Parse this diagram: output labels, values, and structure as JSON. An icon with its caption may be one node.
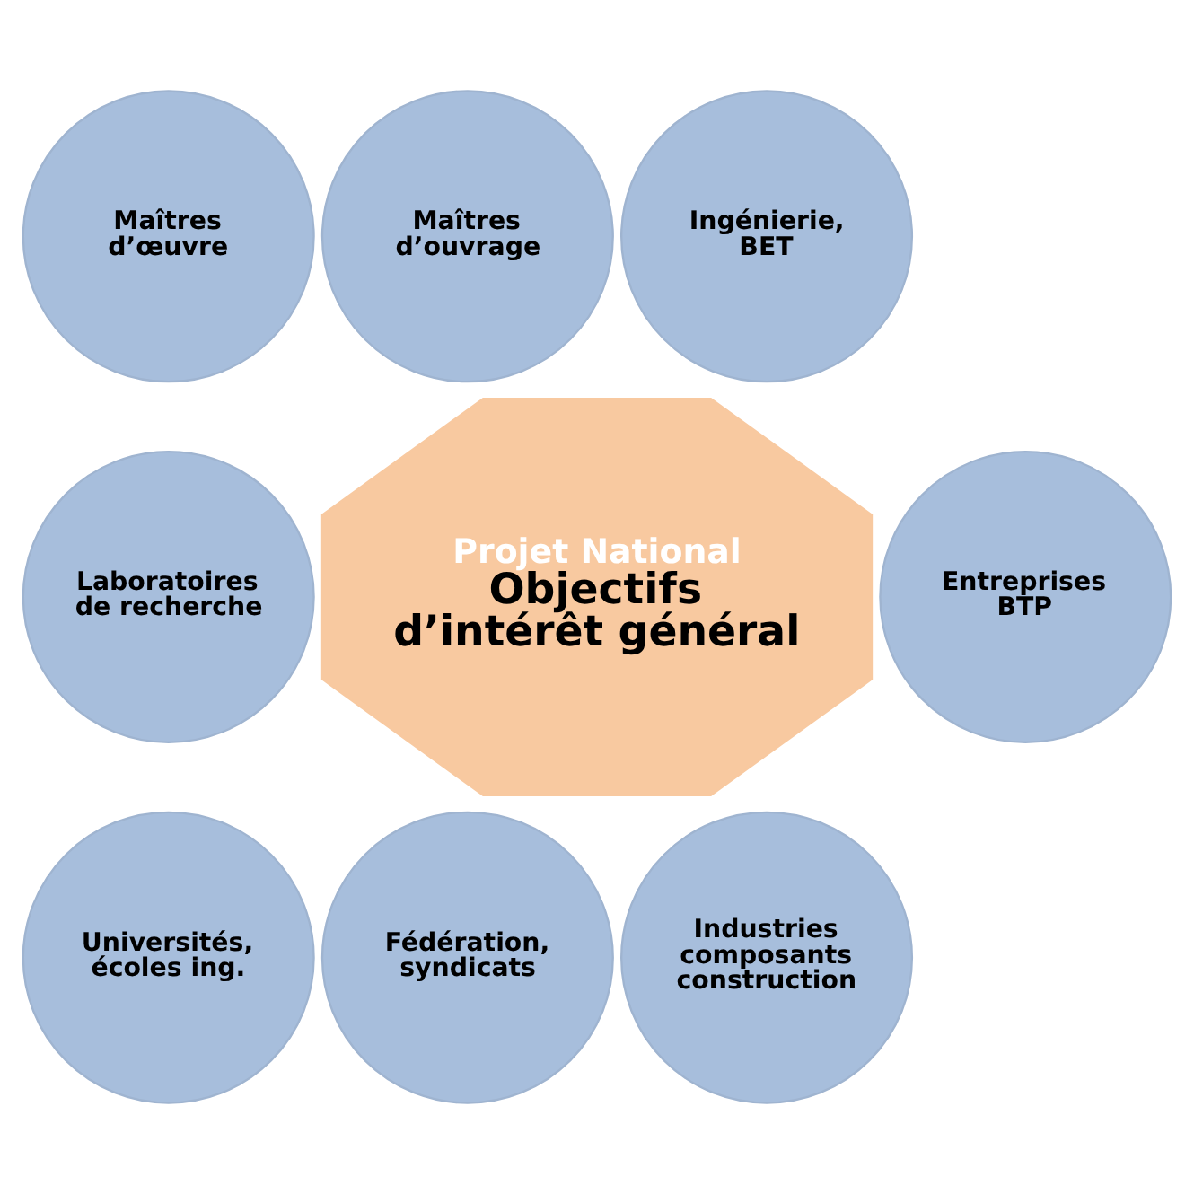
{
  "diagram": {
    "nodes": [
      {
        "text": [
          "Projet National",
          "Objectifs d’intérêt général"
        ]
      },
      {
        "text": [
          "Maîtres d’ouvrage"
        ]
      },
      {
        "text": [
          "Ingénierie, BET"
        ]
      },
      {
        "text": [
          "Entreprises BTP"
        ]
      },
      {
        "text": [
          "Industries composants construction"
        ]
      },
      {
        "text": [
          "Fédération, syndicats"
        ]
      },
      {
        "text": [
          "Universités, écoles ing."
        ]
      },
      {
        "text": [
          "Laboratoires de recherche"
        ]
      },
      {
        "text": [
          "Maîtres d’œuvre"
        ]
      }
    ]
  }
}
